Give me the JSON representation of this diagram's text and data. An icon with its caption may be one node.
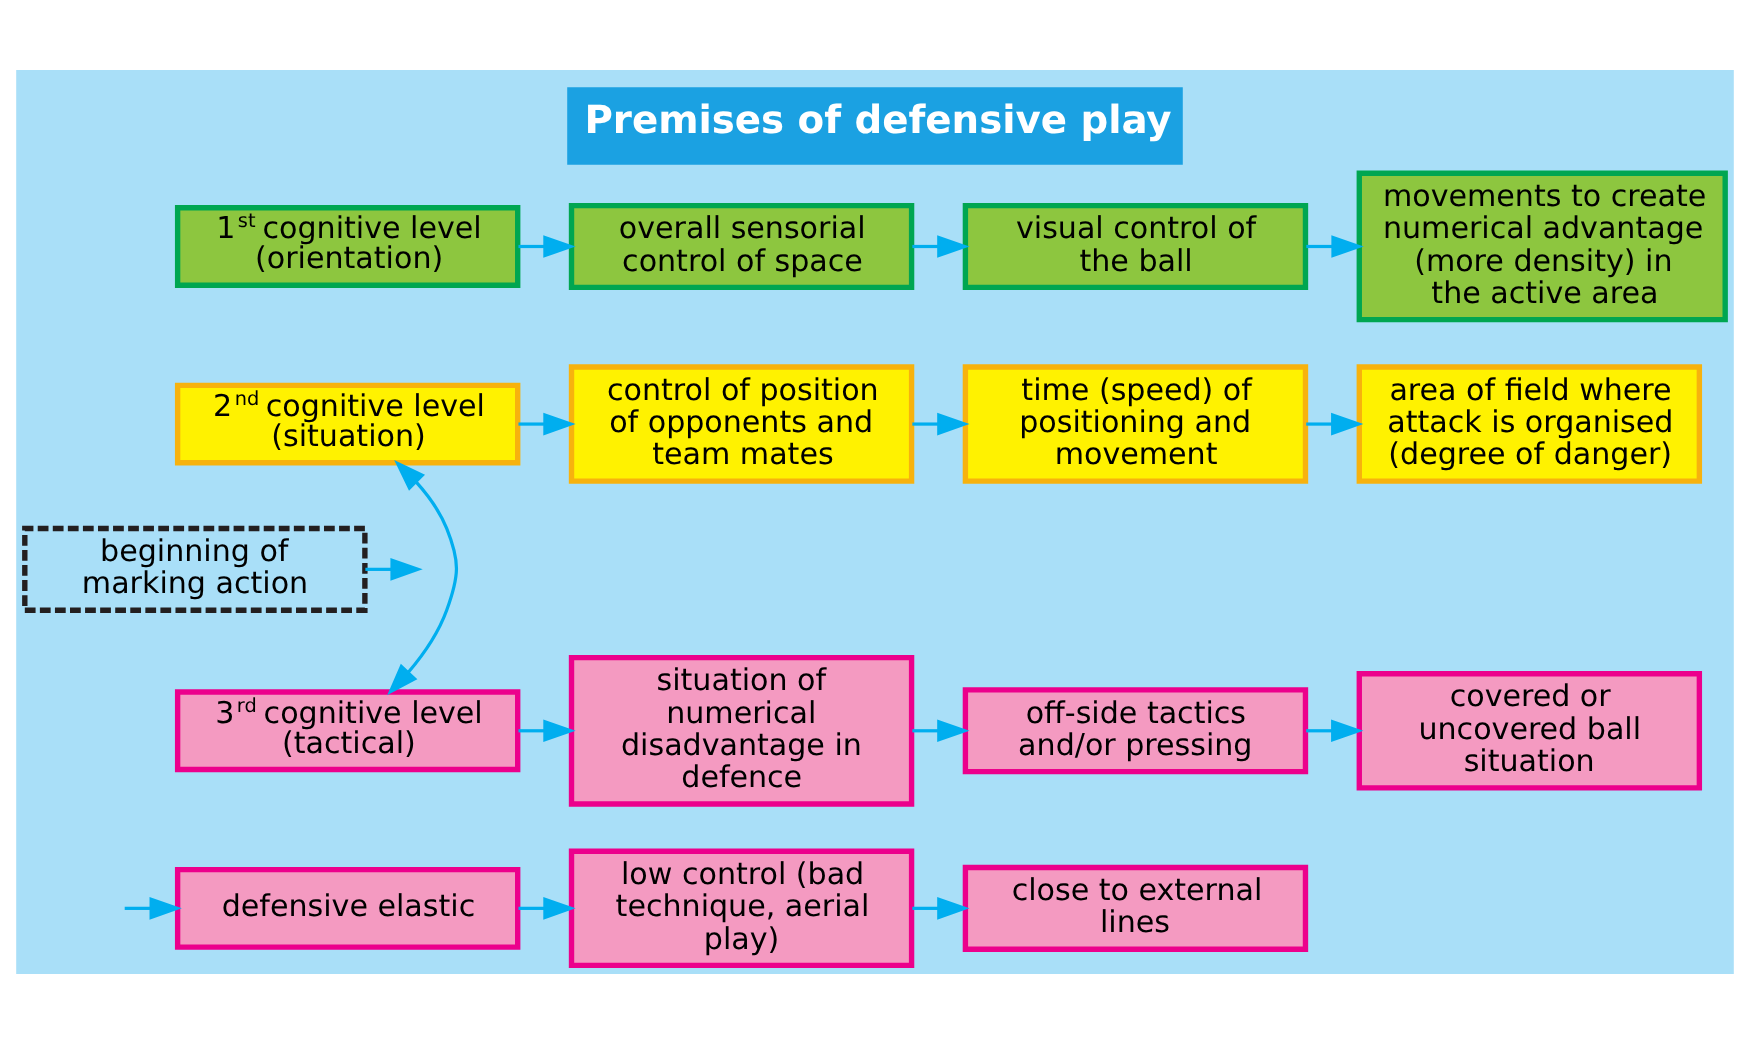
{
  "diagram": {
    "title": "Premises of defensive play",
    "nodes": [
      {
        "text": [
          "1$^{st}$ cognitive level (orientation)"
        ]
      },
      {
        "text": [
          "overall sensorial control of space"
        ]
      },
      {
        "text": [
          "visual control of the ball"
        ]
      },
      {
        "text": [
          "movements to create numerical advantage (more density) in the active area"
        ]
      },
      {
        "text": [
          "2$^{nd}$ cognitive level (situation)"
        ]
      },
      {
        "text": [
          "control of position of opponents and team mates"
        ]
      },
      {
        "text": [
          "time (speed) of positioning and movement"
        ]
      },
      {
        "text": [
          "area of field where attack is organised (degree of danger)"
        ]
      },
      {
        "text": [
          "beginning of marking action"
        ]
      },
      {
        "text": [
          "3$^{rd}$ cognitive level (tactical)"
        ]
      },
      {
        "text": [
          "situation of numerical disadvantage in defence"
        ]
      },
      {
        "text": [
          "off-side tactics and/or pressing"
        ]
      },
      {
        "text": [
          "covered or uncovered ball situation"
        ]
      },
      {
        "text": [
          "defensive elastic"
        ]
      },
      {
        "text": [
          "low control (bad technique, aerial play)"
        ]
      },
      {
        "text": [
          "close to external lines"
        ]
      }
    ],
    "edges": [
      {
        "from": 0,
        "to": 1,
        "arrow": "to"
      },
      {
        "from": 1,
        "to": 2,
        "arrow": "to"
      },
      {
        "from": 2,
        "to": 3,
        "arrow": "to"
      },
      {
        "from": 4,
        "to": 5,
        "arrow": "to"
      },
      {
        "from": 5,
        "to": 6,
        "arrow": "to"
      },
      {
        "from": 6,
        "to": 7,
        "arrow": "to"
      },
      {
        "from": 4,
        "to": 9,
        "arrow": "both"
      },
      {
        "from": 8,
        "to": null,
        "arrow": "to"
      },
      {
        "from": 9,
        "to": 10,
        "arrow": "to"
      },
      {
        "from": 10,
        "to": 11,
        "arrow": "to"
      },
      {
        "from": 11,
        "to": 12,
        "arrow": "to"
      },
      {
        "from": null,
        "to": 13,
        "arrow": "to"
      },
      {
        "from": 13,
        "to": 14,
        "arrow": "to"
      },
      {
        "from": 14,
        "to": 15,
        "arrow": "to"
      }
    ]
  }
}
